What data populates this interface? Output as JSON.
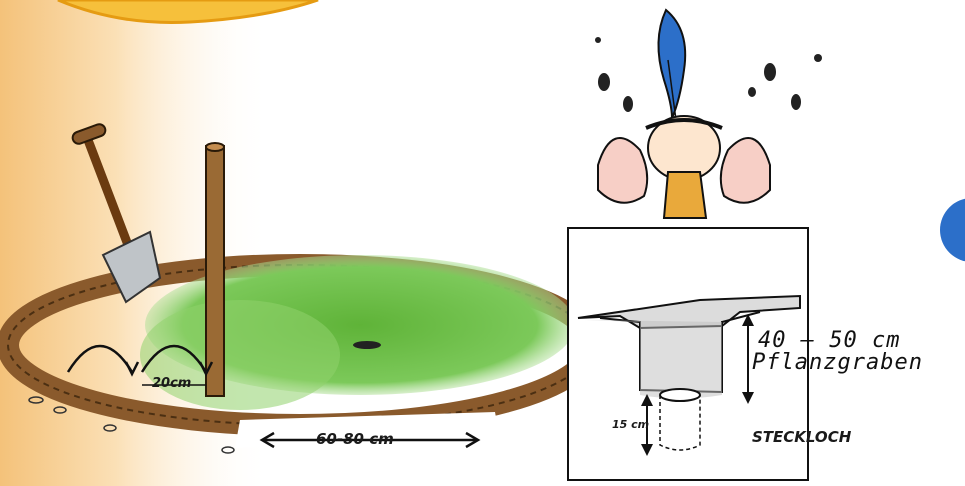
{
  "labels": {
    "spacing_20": "20cm",
    "gap_60_80": "60-80 cm",
    "depth_40_50": "40 – 50 cm",
    "trench_name": "Pflanzgraben",
    "hole_depth": "15 cm",
    "hole_name": "STECKLOCH"
  },
  "colors": {
    "bg_left": "#f4c27a",
    "grass": "#72c24a",
    "soil": "#8a5a2c",
    "badge": "#f6c03b",
    "blue_accent": "#2c6fc9"
  },
  "icons": [
    "spade-icon",
    "stake-icon",
    "sun-badge-icon",
    "figure-with-feather-icon",
    "blue-circle-icon"
  ]
}
